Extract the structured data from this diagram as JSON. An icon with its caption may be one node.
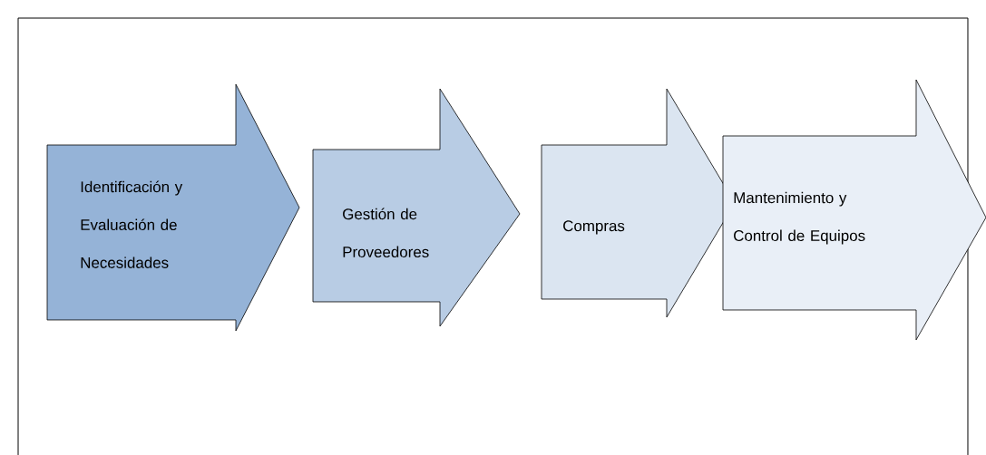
{
  "diagram": {
    "nodes": [
      {
        "text": [
          "Identificación y Evaluación de Necesidades"
        ]
      },
      {
        "text": [
          "Gestión de Proveedores"
        ]
      },
      {
        "text": [
          "Compras"
        ]
      },
      {
        "text": [
          "Mantenimiento y Control de Equipos"
        ]
      }
    ]
  }
}
